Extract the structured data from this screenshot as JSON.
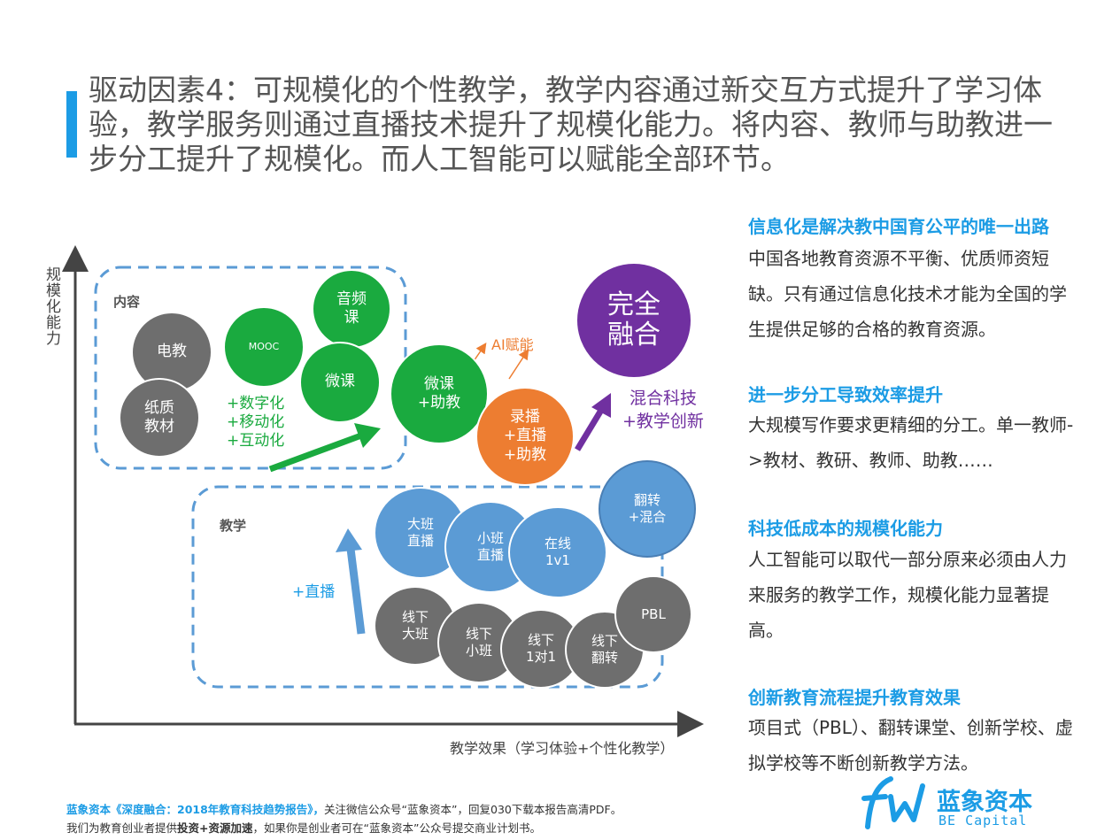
{
  "title": "驱动因素4：可规模化的个性教学，教学内容通过新交互方式提升了学习体验，教学服务则通过直播技术提升了规模化能力。将内容、教师与助教进一步分工提升了规模化。而人工智能可以赋能全部环节。",
  "diagram": {
    "y_axis_label": "规模化能力",
    "x_axis_label": "教学效果（学习体验+个性化教学）",
    "content_group_label": "内容",
    "teaching_group_label": "教学",
    "nodes": {
      "dianjiao": "电教",
      "zhizhi": "纸质\n教材",
      "mooc": "MOOC",
      "yinpin": "音频\n课",
      "weike": "微课",
      "weike_zhujiao": "微课\n+助教",
      "lubo": "录播\n+直播\n+助教",
      "wanquan": "完全\n融合",
      "fanzhuan": "翻转\n+混合",
      "daban": "大班\n直播",
      "xiaoban": "小班\n直播",
      "zaixian": "在线\n1v1",
      "xx_daban": "线下\n大班",
      "xx_xiaoban": "线下\n小班",
      "xx_1v1": "线下\n1对1",
      "xx_fanzhuan": "线下\n翻转",
      "pbl": "PBL"
    },
    "annotations": {
      "digital": "+数字化\n+移动化\n+互动化",
      "ai": "AI赋能",
      "mixed": "混合科技\n+教学创新",
      "live": "+直播"
    },
    "colors": {
      "gray": "#6e6e6e",
      "green": "#1aaa3f",
      "blue": "#5b9bd5",
      "orange": "#ed7d31",
      "purple": "#7030a0",
      "accent": "#1c9ce5"
    }
  },
  "sidebar": [
    {
      "heading": "信息化是解决教中国育公平的唯一出路",
      "body": "中国各地教育资源不平衡、优质师资短缺。只有通过信息化技术才能为全国的学生提供足够的合格的教育资源。"
    },
    {
      "heading": "进一步分工导致效率提升",
      "body": "大规模写作要求更精细的分工。单一教师->教材、教研、教师、助教……"
    },
    {
      "heading": "科技低成本的规模化能力",
      "body": "人工智能可以取代一部分原来必须由人力来服务的教学工作，规模化能力显著提高。"
    },
    {
      "heading": "创新教育流程提升教育效果",
      "body": "项目式（PBL）、翻转课堂、创新学校、虚拟学校等不断创新教学方法。"
    }
  ],
  "footer": {
    "line1_highlight": "蓝象资本《深度融合：2018年教育科技趋势报告》，",
    "line1_rest": "关注微信公众号“蓝象资本”，回复030下载本报告高清PDF。",
    "line2_a": "我们为教育创业者提供",
    "line2_bold": "投资+资源加速",
    "line2_b": "，如果你是创业者可在“蓝象资本”公众号提交商业计划书。"
  },
  "logo": {
    "name": "蓝象资本",
    "sub": "BE Capital"
  }
}
